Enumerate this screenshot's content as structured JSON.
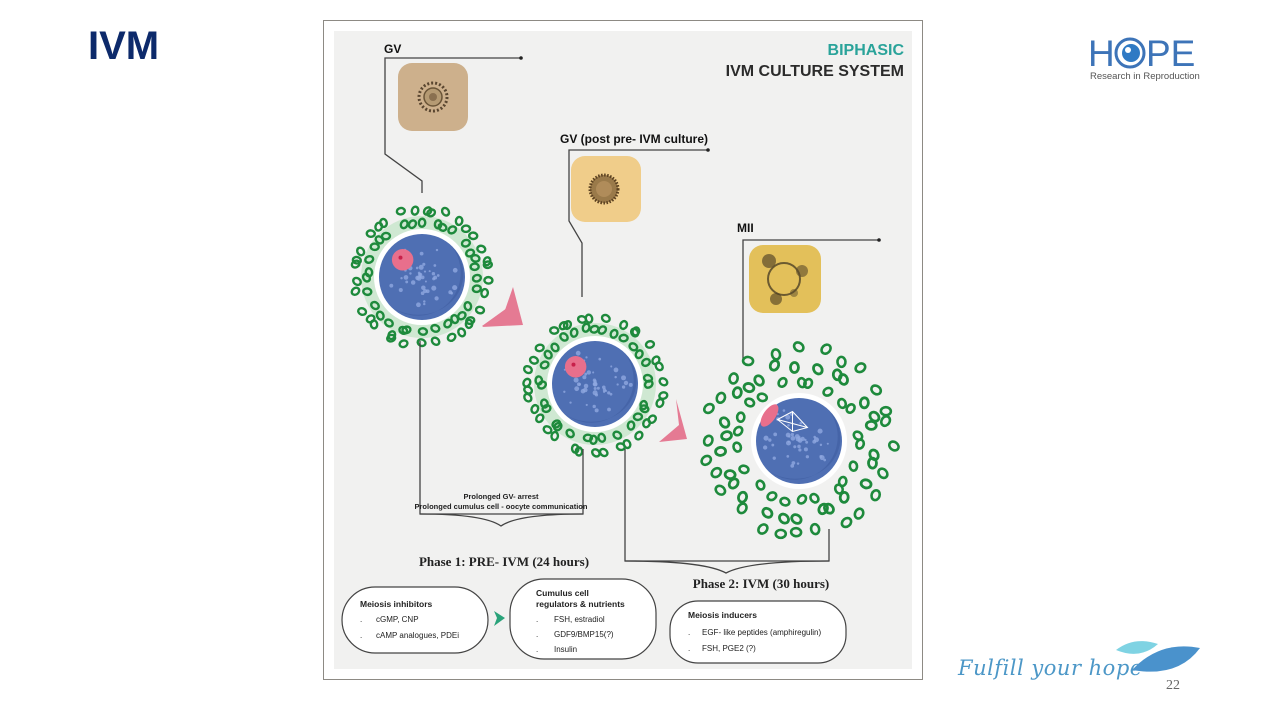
{
  "slide": {
    "title": "IVM",
    "page_number": "22",
    "slogan": "Fulfill your hope"
  },
  "logo": {
    "word": "H◉PE",
    "word_parts": [
      "H",
      "PE"
    ],
    "subtitle": "Research in Reproduction",
    "color": "#3d74b8"
  },
  "diagram": {
    "title_line1": "BIPHASIC",
    "title_line2": "IVM CULTURE SYSTEM",
    "title_accent_color": "#2aa39a",
    "stages": [
      {
        "label": "GV",
        "image": "gv-oocyte-micrograph"
      },
      {
        "label": "GV (post pre- IVM culture)",
        "image": "gv-post-pre-ivm-micrograph"
      },
      {
        "label": "MII",
        "image": "mii-oocyte-micrograph"
      }
    ],
    "bracket_text": [
      "Prolonged GV- arrest",
      "Prolonged cumulus cell - oocyte communication"
    ],
    "phase1_label": "Phase 1: PRE- IVM (24 hours)",
    "phase2_label": "Phase 2: IVM (30 hours)",
    "boxes": [
      {
        "title": "Meiosis inhibitors",
        "items": [
          "cGMP, CNP",
          "cAMP analogues, PDEi"
        ]
      },
      {
        "title_lines": [
          "Cumulus cell",
          "regulators & nutrients"
        ],
        "items": [
          "FSH, estradiol",
          "GDF9/BMP15(?)",
          "Insulin"
        ]
      },
      {
        "title": "Meiosis inducers",
        "items": [
          "EGF- like peptides (amphiregulin)",
          "FSH, PGE2 (?)"
        ]
      }
    ],
    "colors": {
      "oocyte": "#4f6fb3",
      "cumulus": "#1e8a3c",
      "nucleus": "#e86f8c",
      "arrow": "#e57a93",
      "box_arrow": "#2aa37a"
    }
  }
}
